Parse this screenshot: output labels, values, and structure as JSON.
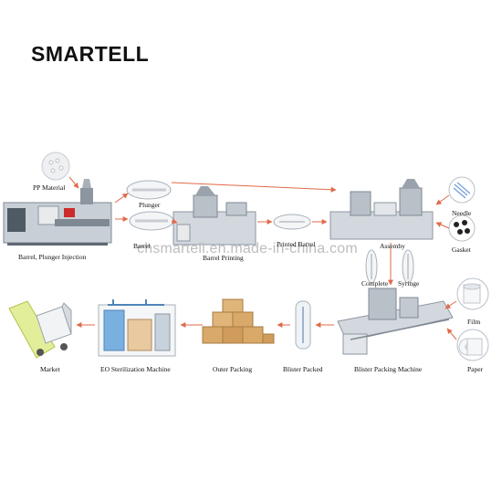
{
  "brand": {
    "name": "SMARTELL"
  },
  "watermark": "chsmartell.en.made-in-china.com",
  "labels": {
    "pp_material": "PP Material",
    "injection": "Barrel, Plunger Injection",
    "plunger": "Plunger",
    "barrel": "Barrel",
    "barrel_printing": "Barrel Printing",
    "printed_barrel": "Printed Barrel",
    "assemby": "Assemby",
    "needle": "Needle",
    "gasket": "Gasket",
    "complete": "Complete",
    "syringe": "Syringe",
    "film": "Film",
    "paper": "Paper",
    "blister_packing_machine": "Blister Packing Machine",
    "blister_packed": "Blister Packed",
    "outer_packing": "Outer Packing",
    "eo_sterilization": "EO Sterilization Machine",
    "market": "Market"
  },
  "colors": {
    "arrow": "#e06a4a",
    "machine": "#c9cfd6",
    "machine_dark": "#8c96a0",
    "box": "#d9a96a"
  }
}
